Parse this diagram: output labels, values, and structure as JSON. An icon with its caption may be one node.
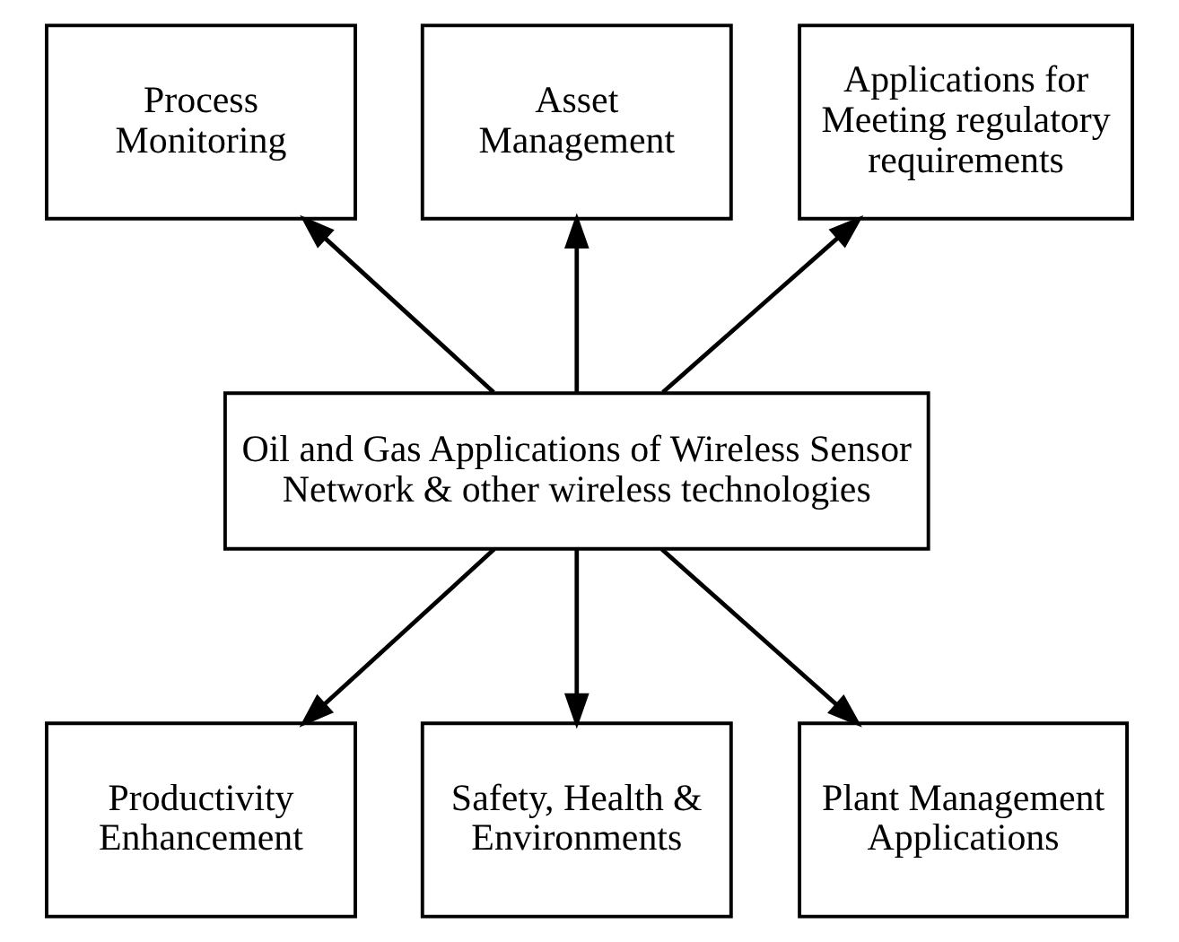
{
  "diagram": {
    "nodes": [
      {
        "text": [
          "Process Monitoring"
        ]
      },
      {
        "text": [
          "Asset Management"
        ]
      },
      {
        "text": [
          "Applications for Meeting regulatory requirements"
        ]
      },
      {
        "text": [
          "Oil and Gas Applications of Wireless Sensor Network & other wireless technologies"
        ]
      },
      {
        "text": [
          "Productivity Enhancement"
        ]
      },
      {
        "text": [
          "Safety, Health & Environments"
        ]
      },
      {
        "text": [
          "Plant Management Applications"
        ]
      }
    ],
    "edges": [
      {
        "from": 3,
        "to": 0,
        "arrow": "to"
      },
      {
        "from": 3,
        "to": 1,
        "arrow": "to"
      },
      {
        "from": 3,
        "to": 2,
        "arrow": "to"
      },
      {
        "from": 3,
        "to": 4,
        "arrow": "to"
      },
      {
        "from": 3,
        "to": 5,
        "arrow": "to"
      },
      {
        "from": 3,
        "to": 6,
        "arrow": "to"
      }
    ]
  }
}
